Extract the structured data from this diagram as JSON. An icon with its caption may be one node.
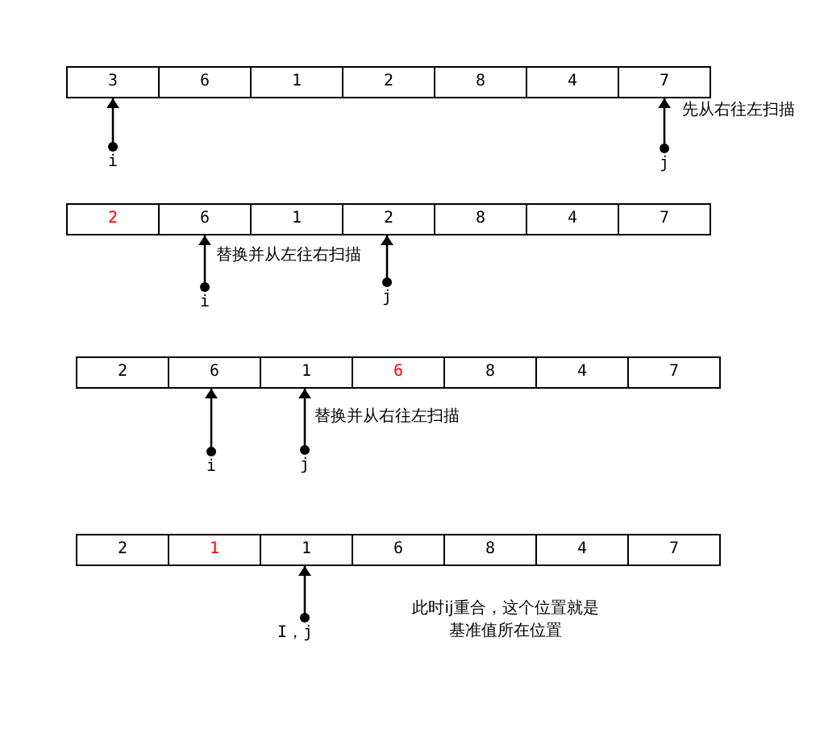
{
  "diagram": {
    "nodes": [
      {
        "text": [
          "3"
        ]
      },
      {
        "text": [
          "6"
        ]
      },
      {
        "text": [
          "1"
        ]
      },
      {
        "text": [
          "2"
        ]
      },
      {
        "text": [
          "8"
        ]
      },
      {
        "text": [
          "4"
        ]
      },
      {
        "text": [
          "7"
        ]
      },
      {
        "text": [
          "i"
        ]
      },
      {
        "text": [
          "j"
        ]
      },
      {
        "text": [
          "2"
        ]
      },
      {
        "text": [
          "6"
        ]
      },
      {
        "text": [
          "1"
        ]
      },
      {
        "text": [
          "2"
        ]
      },
      {
        "text": [
          "8"
        ]
      },
      {
        "text": [
          "4"
        ]
      },
      {
        "text": [
          "7"
        ]
      },
      {
        "text": [
          "i"
        ]
      },
      {
        "text": [
          "j"
        ]
      },
      {
        "text": [
          "2"
        ]
      },
      {
        "text": [
          "6"
        ]
      },
      {
        "text": [
          "1"
        ]
      },
      {
        "text": [
          "6"
        ]
      },
      {
        "text": [
          "8"
        ]
      },
      {
        "text": [
          "4"
        ]
      },
      {
        "text": [
          "7"
        ]
      },
      {
        "text": [
          "i"
        ]
      },
      {
        "text": [
          "j"
        ]
      },
      {
        "text": [
          "2"
        ]
      },
      {
        "text": [
          "1"
        ]
      },
      {
        "text": [
          "1"
        ]
      },
      {
        "text": [
          "6"
        ]
      },
      {
        "text": [
          "8"
        ]
      },
      {
        "text": [
          "4"
        ]
      },
      {
        "text": [
          "7"
        ]
      },
      {
        "text": [
          "I，j"
        ]
      }
    ],
    "edges": [
      {
        "from": 7,
        "to": 0,
        "arrow": "to"
      },
      {
        "from": 8,
        "to": 6,
        "arrow": "to"
      },
      {
        "from": 16,
        "to": 10,
        "arrow": "to"
      },
      {
        "from": 17,
        "to": 12,
        "arrow": "to"
      },
      {
        "from": 25,
        "to": 19,
        "arrow": "to"
      },
      {
        "from": 26,
        "to": 20,
        "arrow": "to"
      },
      {
        "from": 34,
        "to": 29,
        "arrow": "to"
      }
    ],
    "labels": [
      "先从右往左扫描",
      "替换并从左往右扫描",
      "替换并从右往左扫描",
      "此时ij重合，这个位置就是基准值所在位置"
    ]
  }
}
